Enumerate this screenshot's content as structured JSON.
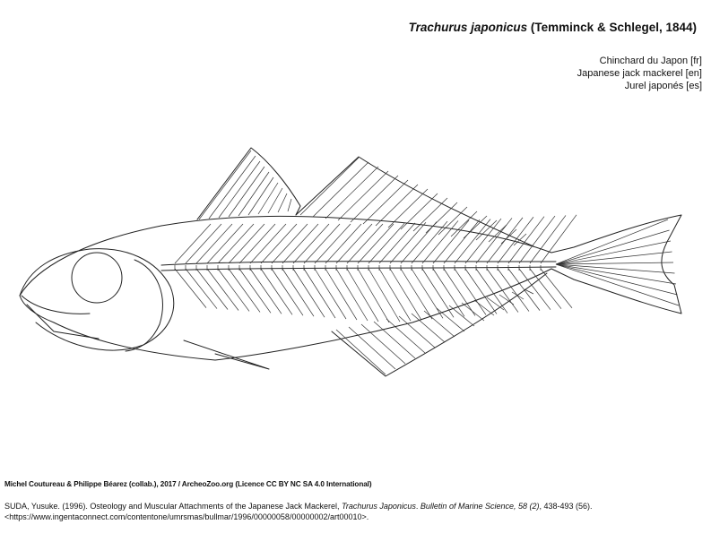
{
  "title": {
    "scientific_name": "Trachurus japonicus",
    "authority": "(Temminck & Schlegel, 1844)"
  },
  "common_names": [
    "Chinchard du Japon [fr]",
    "Japanese jack mackerel [en]",
    "Jurel japonés [es]"
  ],
  "credit": "Michel Coutureau & Philippe Béarez (collab.), 2017 / ArcheoZoo.org (Licence CC BY NC SA 4.0 International)",
  "reference": {
    "authors": "SUDA, Yusuke. (1996). Osteology and Muscular Attachments of the Japanese Jack Mackerel, ",
    "species": "Trachurus Japonicus",
    "sep": ". ",
    "journal": "Bulletin of Marine Science, 58 (2)",
    "pages": ", 438-493 (56).",
    "url": "<https://www.ingentaconnect.com/contentone/umrsmas/bullmar/1996/00000058/00000002/art00010>."
  },
  "illustration": {
    "subject": "skeleton",
    "color": "#222222"
  }
}
